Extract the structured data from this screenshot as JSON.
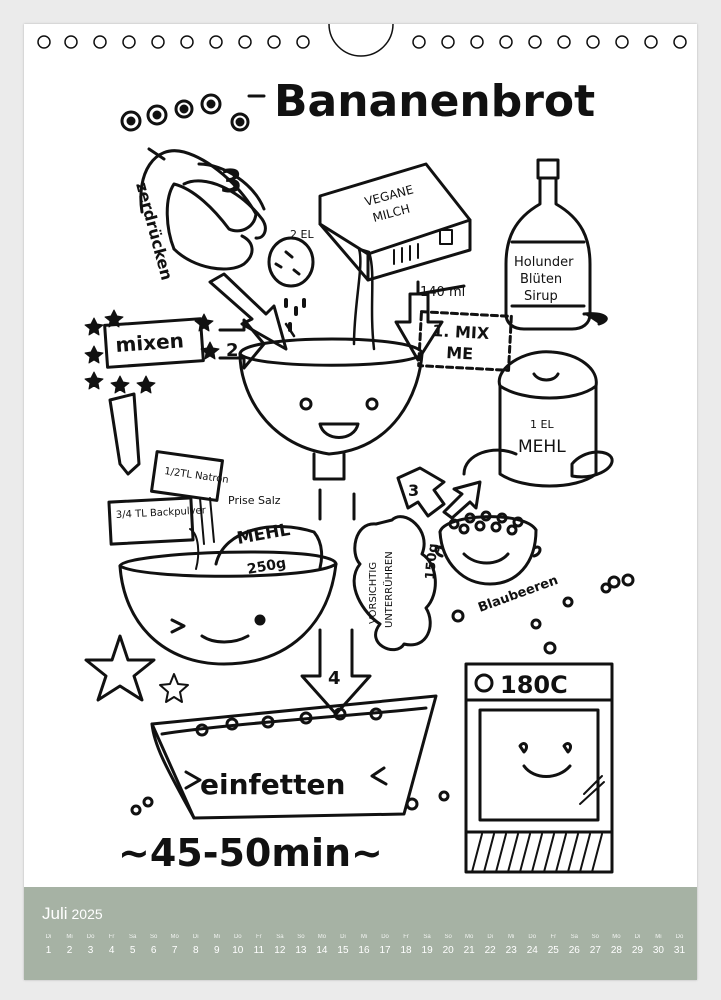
{
  "recipe": {
    "title": "Bananenbrot",
    "ingredients": {
      "banana_count": "3",
      "banana_action": "zerdrücken",
      "lemon_amount": "2 EL",
      "milk_label_1": "VEGANE",
      "milk_label_2": "MILCH",
      "milk_amount": "140 ml",
      "syrup_label_1": "Holunder",
      "syrup_label_2": "Blüten",
      "syrup_label_3": "Sirup",
      "flour_small_amount": "1 EL",
      "flour_small_label": "MEHL",
      "natron": "1/2TL Natron",
      "baking_powder": "3/4 TL Backpulver",
      "salt": "Prise Salz",
      "flour_large_label": "MEHL",
      "flour_large_amount": "250g",
      "blueberry_amount": "150g",
      "blueberry_label": "Blaubeeren"
    },
    "steps": {
      "step2_num": "2",
      "step2_label": "mixen",
      "step1_label_1": "1. MIX",
      "step1_label_2": "ME",
      "step3_num": "3",
      "fold_instruction_1": "VORSICHTIG",
      "fold_instruction_2": "UNTERRÜHREN",
      "step4_num": "4",
      "pan_label": "einfetten",
      "oven_temp": "180C",
      "bake_time": "~45-50min~"
    }
  },
  "calendar": {
    "month": "Juli",
    "year": "2025",
    "days": [
      {
        "dn": "Di",
        "n": "1"
      },
      {
        "dn": "Mi",
        "n": "2"
      },
      {
        "dn": "Do",
        "n": "3"
      },
      {
        "dn": "Fr",
        "n": "4"
      },
      {
        "dn": "Sa",
        "n": "5"
      },
      {
        "dn": "So",
        "n": "6"
      },
      {
        "dn": "Mo",
        "n": "7"
      },
      {
        "dn": "Di",
        "n": "8"
      },
      {
        "dn": "Mi",
        "n": "9"
      },
      {
        "dn": "Do",
        "n": "10"
      },
      {
        "dn": "Fr",
        "n": "11"
      },
      {
        "dn": "Sa",
        "n": "12"
      },
      {
        "dn": "So",
        "n": "13"
      },
      {
        "dn": "Mo",
        "n": "14"
      },
      {
        "dn": "Di",
        "n": "15"
      },
      {
        "dn": "Mi",
        "n": "16"
      },
      {
        "dn": "Do",
        "n": "17"
      },
      {
        "dn": "Fr",
        "n": "18"
      },
      {
        "dn": "Sa",
        "n": "19"
      },
      {
        "dn": "So",
        "n": "20"
      },
      {
        "dn": "Mo",
        "n": "21"
      },
      {
        "dn": "Di",
        "n": "22"
      },
      {
        "dn": "Mi",
        "n": "23"
      },
      {
        "dn": "Do",
        "n": "24"
      },
      {
        "dn": "Fr",
        "n": "25"
      },
      {
        "dn": "Sa",
        "n": "26"
      },
      {
        "dn": "So",
        "n": "27"
      },
      {
        "dn": "Mo",
        "n": "28"
      },
      {
        "dn": "Di",
        "n": "29"
      },
      {
        "dn": "Mi",
        "n": "30"
      },
      {
        "dn": "Do",
        "n": "31"
      }
    ]
  },
  "colors": {
    "footer": "#a6b2a4",
    "ink": "#111111"
  }
}
